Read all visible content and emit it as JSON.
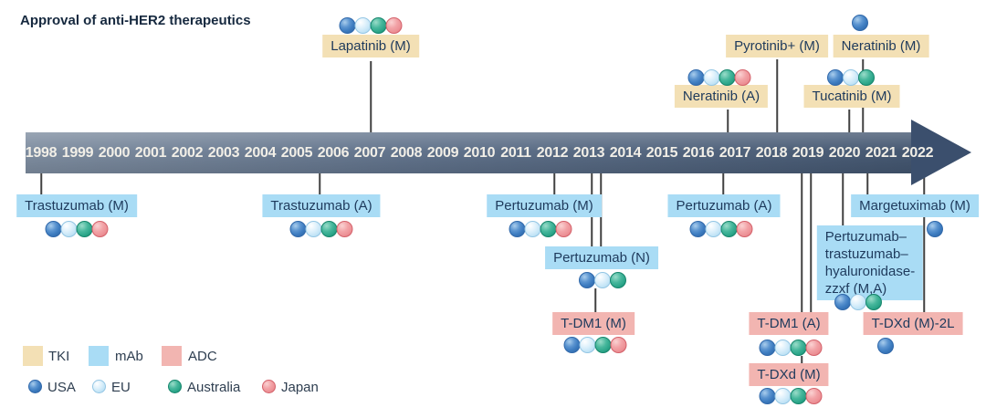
{
  "title": "Approval of anti-HER2 therapeutics",
  "timeline": {
    "years": [
      "1998",
      "1999",
      "2000",
      "2001",
      "2002",
      "2003",
      "2004",
      "2005",
      "2006",
      "2007",
      "2008",
      "2009",
      "2010",
      "2011",
      "2012",
      "2013",
      "2014",
      "2015",
      "2016",
      "2017",
      "2018",
      "2019",
      "2020",
      "2021",
      "2022"
    ]
  },
  "colors": {
    "tki_box": "#f3e0b5",
    "mab_box": "#a9dcf5",
    "adc_box": "#f2b5b1",
    "usa_dot": "#3d7cc0",
    "eu_dot": "#c2e4f6",
    "australia_dot": "#2aa488",
    "japan_dot": "#ec9095",
    "arrow": "#3b4f6d"
  },
  "items": {
    "lapatinib": {
      "label": "Lapatinib (M)",
      "category": "TKI",
      "side": "above",
      "year": "2007",
      "regions": [
        "USA",
        "EU",
        "Australia",
        "Japan"
      ]
    },
    "neratinib_a": {
      "label": "Neratinib (A)",
      "category": "TKI",
      "side": "above",
      "year": "2017",
      "regions": [
        "USA",
        "EU",
        "Australia",
        "Japan"
      ]
    },
    "pyrotinib": {
      "label": "Pyrotinib+ (M)",
      "category": "TKI",
      "side": "above",
      "year": "2018",
      "regions": []
    },
    "tucatinib": {
      "label": "Tucatinib (M)",
      "category": "TKI",
      "side": "above",
      "year": "2020",
      "regions": [
        "USA",
        "EU",
        "Australia"
      ]
    },
    "neratinib_m": {
      "label": "Neratinib (M)",
      "category": "TKI",
      "side": "above",
      "year": "2021",
      "regions": [
        "USA"
      ]
    },
    "trastuzumab_m": {
      "label": "Trastuzumab (M)",
      "category": "mAb",
      "side": "below",
      "year": "1998",
      "regions": [
        "USA",
        "EU",
        "Australia",
        "Japan"
      ]
    },
    "trastuzumab_a": {
      "label": "Trastuzumab (A)",
      "category": "mAb",
      "side": "below",
      "year": "2006",
      "regions": [
        "USA",
        "EU",
        "Australia",
        "Japan"
      ]
    },
    "pertuzumab_m": {
      "label": "Pertuzumab (M)",
      "category": "mAb",
      "side": "below",
      "year": "2012",
      "regions": [
        "USA",
        "EU",
        "Australia",
        "Japan"
      ]
    },
    "pertuzumab_n": {
      "label": "Pertuzumab (N)",
      "category": "mAb",
      "side": "below",
      "year": "2013",
      "regions": [
        "USA",
        "EU",
        "Australia"
      ]
    },
    "tdm1_m": {
      "label": "T-DM1 (M)",
      "category": "ADC",
      "side": "below",
      "year": "2013",
      "regions": [
        "USA",
        "EU",
        "Australia",
        "Japan"
      ]
    },
    "pertuzumab_a": {
      "label": "Pertuzumab (A)",
      "category": "mAb",
      "side": "below",
      "year": "2017",
      "regions": [
        "USA",
        "EU",
        "Australia",
        "Japan"
      ]
    },
    "tdm1_a": {
      "label": "T-DM1 (A)",
      "category": "ADC",
      "side": "below",
      "year": "2019",
      "regions": [
        "USA",
        "EU",
        "Australia",
        "Japan"
      ]
    },
    "tdxd_m": {
      "label": "T-DXd (M)",
      "category": "ADC",
      "side": "below",
      "year": "2019",
      "regions": [
        "USA",
        "EU",
        "Australia",
        "Japan"
      ]
    },
    "pth": {
      "label": "Pertuzumab–trastuzumab–hyaluronidase-zzxf (M,A)",
      "lines": [
        "Pertuzumab–",
        "trastuzumab–",
        "hyaluronidase-",
        "zzxf (M,A)"
      ],
      "category": "mAb",
      "side": "below",
      "year": "2020",
      "regions": [
        "USA",
        "EU",
        "Australia"
      ]
    },
    "margetuximab": {
      "label": "Margetuximab (M)",
      "category": "mAb",
      "side": "below",
      "year": "2020",
      "regions": [
        "USA"
      ]
    },
    "tdxd_2l": {
      "label": "T-DXd (M)-2L",
      "category": "ADC",
      "side": "below",
      "year": "2022",
      "regions": [
        "USA"
      ]
    }
  },
  "legend": {
    "types": [
      {
        "label": "TKI",
        "color": "#f3e0b5"
      },
      {
        "label": "mAb",
        "color": "#a9dcf5"
      },
      {
        "label": "ADC",
        "color": "#f2b5b1"
      }
    ],
    "regions": [
      {
        "label": "USA",
        "color": "#3d7cc0"
      },
      {
        "label": "EU",
        "color": "#c2e4f6"
      },
      {
        "label": "Australia",
        "color": "#2aa488"
      },
      {
        "label": "Japan",
        "color": "#ec9095"
      }
    ]
  }
}
